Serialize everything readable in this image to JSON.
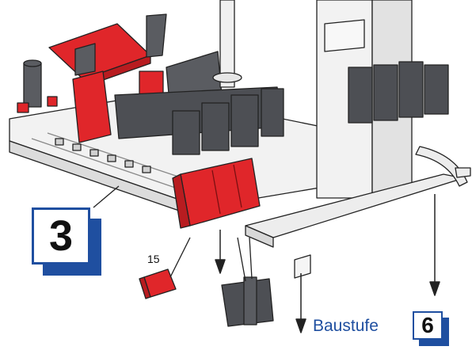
{
  "step": {
    "number": "3"
  },
  "part_callout": {
    "quantity": "15"
  },
  "next_step": {
    "label": "Baustufe",
    "number": "6"
  },
  "colors": {
    "accent_blue": "#1f4fa0",
    "part_red": "#e0262a",
    "part_dark_gray": "#4d4f54",
    "part_light_gray": "#ececec",
    "line": "#222222"
  },
  "icons": [
    "assembly-illustration-icon",
    "arrow-down-icon",
    "gear-rack-icon",
    "red-connector-icon",
    "gray-block-icon"
  ]
}
